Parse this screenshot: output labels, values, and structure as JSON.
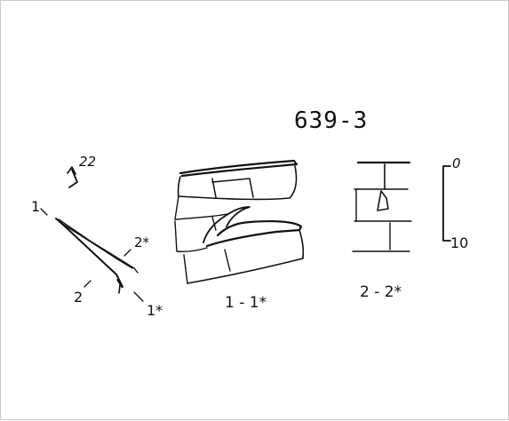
{
  "figure": {
    "id_label": "639-3",
    "scale": {
      "top": "0",
      "bottom": "10"
    },
    "orientation": {
      "value": "22"
    },
    "section_marks": {
      "a": "1",
      "a_star": "1*",
      "b": "2",
      "b_star": "2*"
    },
    "views": {
      "section_1": "1 - 1*",
      "section_2": "2 - 2*"
    }
  }
}
